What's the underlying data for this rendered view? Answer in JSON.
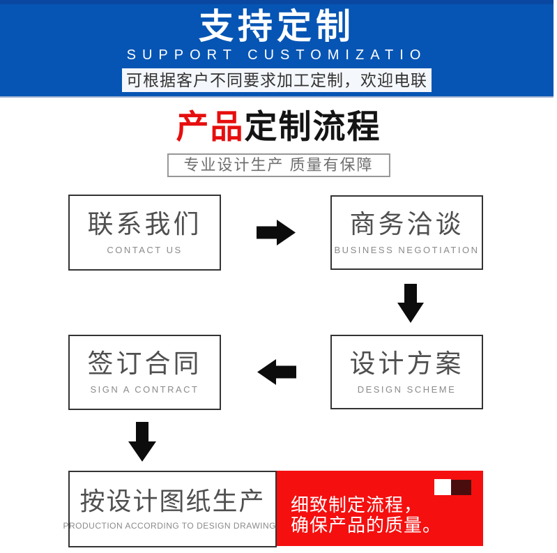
{
  "banner": {
    "title": "支持定制",
    "subtitle_en": "SUPPORT CUSTOMIZATIO",
    "tagline": "可根据客户不同要求加工定制，欢迎电联"
  },
  "heading": {
    "accent": "产品",
    "rest": "定制流程",
    "tagline": "专业设计生产 质量有保障"
  },
  "steps": {
    "contact": {
      "zh": "联系我们",
      "en": "CONTACT US"
    },
    "negotiate": {
      "zh": "商务洽谈",
      "en": "BUSINESS NEGOTIATION"
    },
    "design": {
      "zh": "设计方案",
      "en": "DESIGN SCHEME"
    },
    "contract": {
      "zh": "签订合同",
      "en": "SIGN A CONTRACT"
    },
    "production": {
      "zh": "按设计图纸生产",
      "en": "PRODUCTION ACCORDING TO DESIGN DRAWINGS"
    }
  },
  "note": {
    "line1": "细致制定流程，",
    "line2": "确保产品的质量。"
  },
  "colors": {
    "banner_blue": "#0655b4",
    "banner_top_strip_blue": "#0a47a0",
    "tagline_bg": "#f4f7fb",
    "accent_red": "#e60e0e",
    "note_red": "#f50f0f",
    "note_dark_square": "#4a0d0e",
    "box_border": "#333333",
    "box_text_gray": "#4f4f4f",
    "arrow_black": "#0c0c0c"
  }
}
